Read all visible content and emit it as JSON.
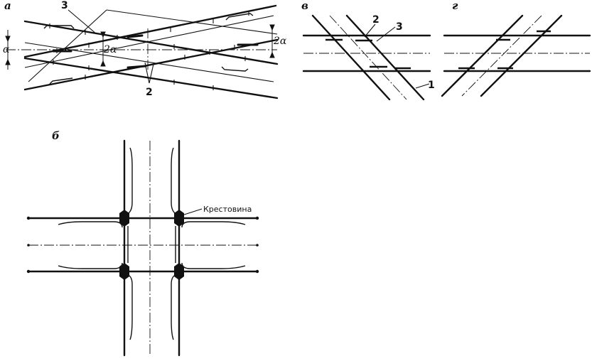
{
  "panels": {
    "a": {
      "label": "а",
      "callouts": [
        "3",
        "2"
      ],
      "angles": [
        "α",
        "2α",
        "2α"
      ]
    },
    "b": {
      "label": "б",
      "crossing_label": "Крестовина"
    },
    "v": {
      "label": "в",
      "callouts": [
        "2",
        "3",
        "1"
      ]
    },
    "g": {
      "label": "г"
    }
  }
}
